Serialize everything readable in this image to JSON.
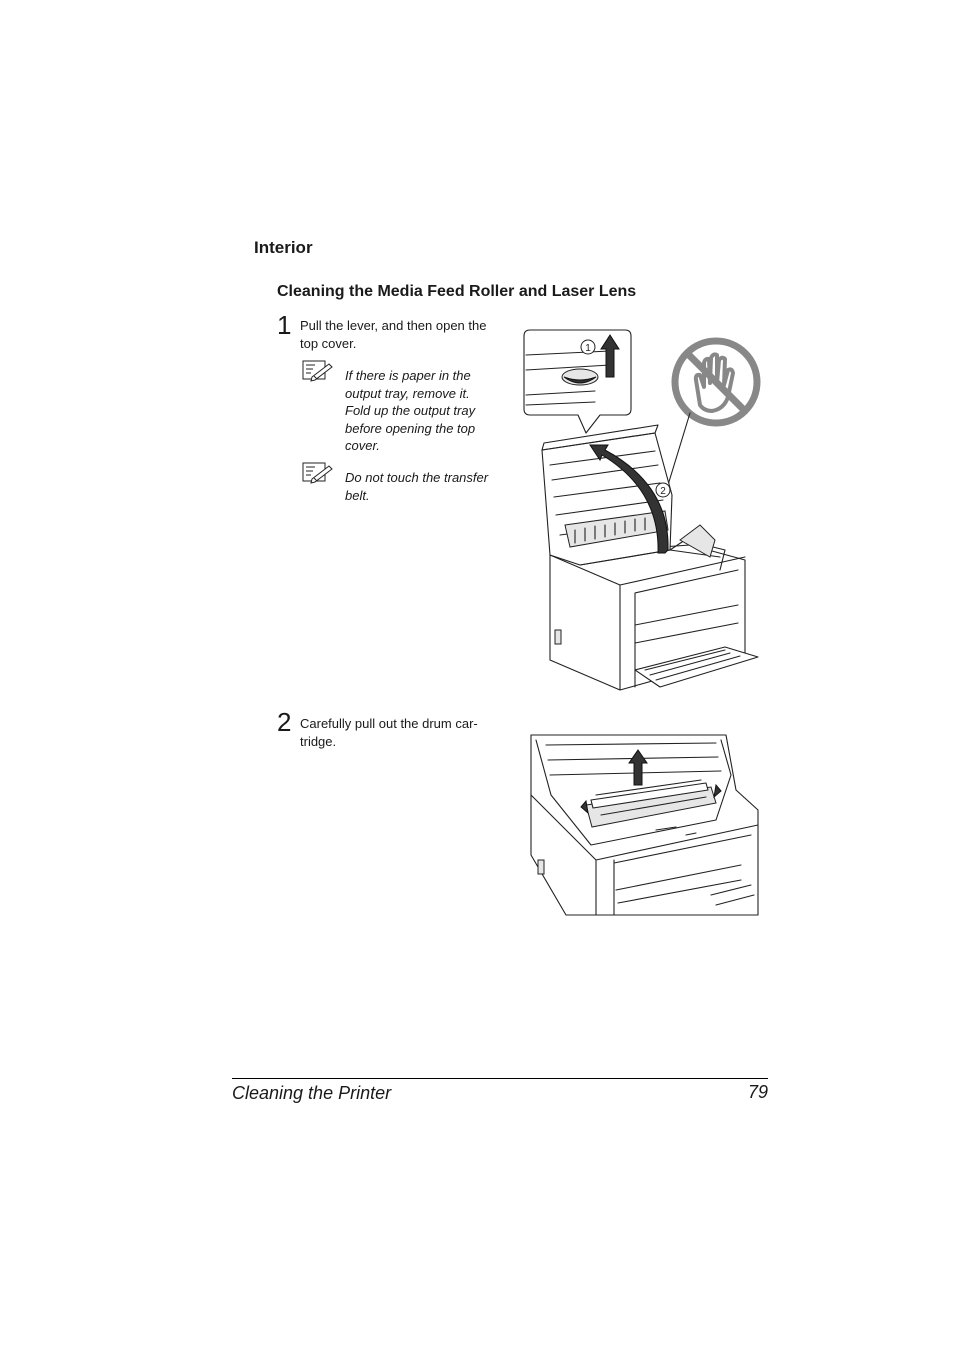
{
  "section": {
    "title": "Interior"
  },
  "subsection": {
    "title": "Cleaning the Media Feed Roller and Laser Lens"
  },
  "steps": [
    {
      "number": "1",
      "text_lines": [
        "Pull the lever, and then open the",
        "top cover."
      ],
      "notes": [
        {
          "icon": "note-pencil-icon",
          "lines": [
            "If there is paper in the",
            "output tray, remove it.",
            "Fold up the output tray",
            "before opening the top",
            "cover."
          ]
        },
        {
          "icon": "note-pencil-icon",
          "lines": [
            "Do not touch the transfer",
            "belt."
          ]
        }
      ],
      "callouts": [
        "1",
        "2"
      ]
    },
    {
      "number": "2",
      "text_lines": [
        "Carefully pull out the drum car-",
        "tridge."
      ]
    }
  ],
  "footer": {
    "title": "Cleaning the Printer",
    "page": "79"
  }
}
